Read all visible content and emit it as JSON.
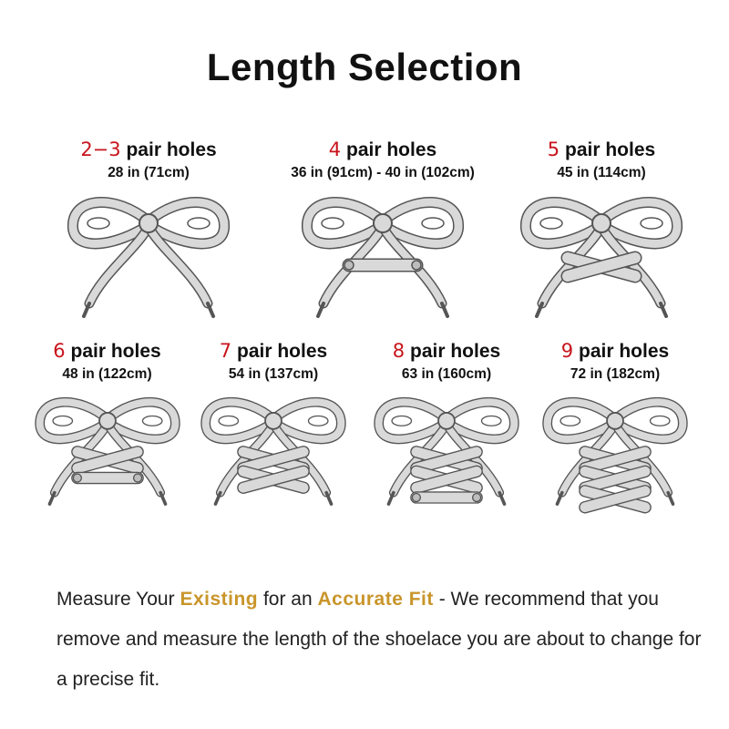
{
  "title": "Length Selection",
  "options": [
    {
      "num": "2−3",
      "suffix": " pair holes",
      "length": "28 in (71cm)",
      "crosses": 0,
      "bar": false
    },
    {
      "num": "4",
      "suffix": " pair holes",
      "length": "36 in (91cm) - 40 in (102cm)",
      "crosses": 0,
      "bar": true
    },
    {
      "num": "5",
      "suffix": " pair holes",
      "length": "45 in (114cm)",
      "crosses": 1,
      "bar": false
    },
    {
      "num": "6",
      "suffix": " pair holes",
      "length": "48 in (122cm)",
      "crosses": 1,
      "bar": true
    },
    {
      "num": "7",
      "suffix": " pair holes",
      "length": "54 in (137cm)",
      "crosses": 2,
      "bar": false
    },
    {
      "num": "8",
      "suffix": " pair holes",
      "length": "63 in (160cm)",
      "crosses": 2,
      "bar": true
    },
    {
      "num": "9",
      "suffix": " pair holes",
      "length": "72 in (182cm)",
      "crosses": 3,
      "bar": false
    }
  ],
  "note": {
    "part1": "Measure Your ",
    "highlight1": "Existing",
    "part2": " for an ",
    "highlight2": "Accurate Fit",
    "part3": " - We recommend that you remove and measure the length of the shoelace you are about to change for a precise fit."
  },
  "colors": {
    "number": "#c8141c",
    "accent": "#c9952a",
    "lace_fill": "#d9d9d9",
    "lace_stroke": "#555555"
  }
}
